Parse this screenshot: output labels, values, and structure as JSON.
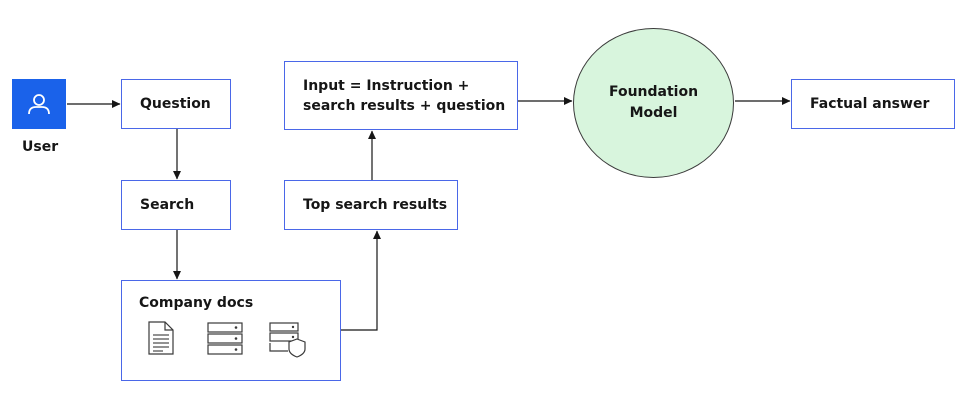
{
  "user": {
    "label": "User",
    "icon": "user-icon",
    "tile_color": "#1a62ea"
  },
  "nodes": {
    "question": "Question",
    "search": "Search",
    "company_docs": "Company docs",
    "top_results": "Top search results",
    "input_line1": "Input = Instruction +",
    "input_line2": "search results + question",
    "model_line1": "Foundation",
    "model_line2": "Model",
    "answer": "Factual answer"
  },
  "company_docs_icons": [
    "document-icon",
    "server-stack-icon",
    "server-shield-icon"
  ],
  "colors": {
    "box_border": "#4a67e8",
    "model_fill": "#d8f5dd",
    "arrow": "#161616"
  }
}
